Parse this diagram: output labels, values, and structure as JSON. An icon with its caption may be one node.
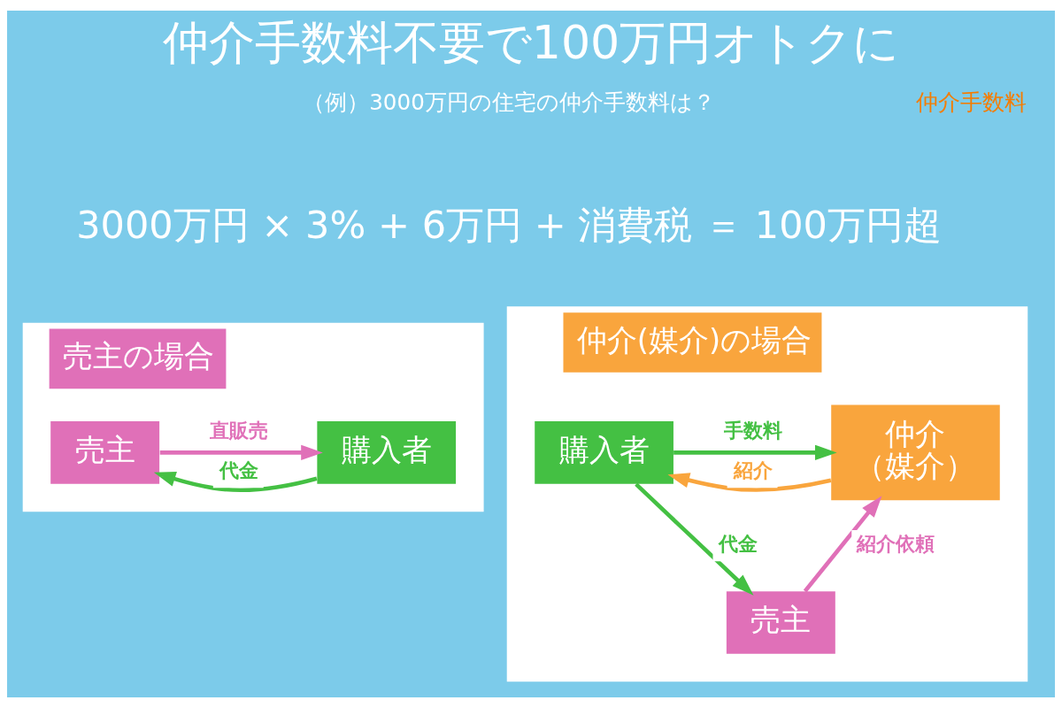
{
  "diagram": {
    "title": "仲介手数料不要で100万円オトクに",
    "nodes": [
      {
        "text": [
          "売主の場合"
        ]
      },
      {
        "text": [
          "売主"
        ],
        "in": 0
      },
      {
        "text": [
          "購入者"
        ],
        "in": 0
      },
      {
        "text": [
          "仲介(媒介)の場合"
        ]
      },
      {
        "text": [
          "仲介",
          "（媒介）"
        ],
        "in": 3
      },
      {
        "text": [
          "売主"
        ],
        "in": 3
      },
      {
        "text": [
          "購入者"
        ],
        "in": 3
      }
    ],
    "edges": [
      {
        "from": 1,
        "to": 2,
        "arrow": "to",
        "label": "直販売",
        "color": "#e070b8"
      },
      {
        "from": 2,
        "to": 1,
        "arrow": "to",
        "label": "代金",
        "color": "#44c043"
      },
      {
        "from": 5,
        "to": 4,
        "arrow": "to",
        "label": "紹介依頼",
        "color": "#e070b8"
      },
      {
        "from": 6,
        "to": 4,
        "arrow": "to",
        "label": "手数料",
        "color": "#44c043"
      },
      {
        "from": 4,
        "to": 6,
        "arrow": "to",
        "label": "紹介",
        "color": "#f9a53d"
      },
      {
        "from": 6,
        "to": 5,
        "arrow": "to",
        "label": "代金",
        "color": "#44c043"
      }
    ],
    "labels": [
      "（例）3000万円の住宅の仲介手数料は？",
      "仲介手数料",
      "3000万円 × 3% + 6万円 + 消費税 ＝ 100万円超"
    ]
  }
}
